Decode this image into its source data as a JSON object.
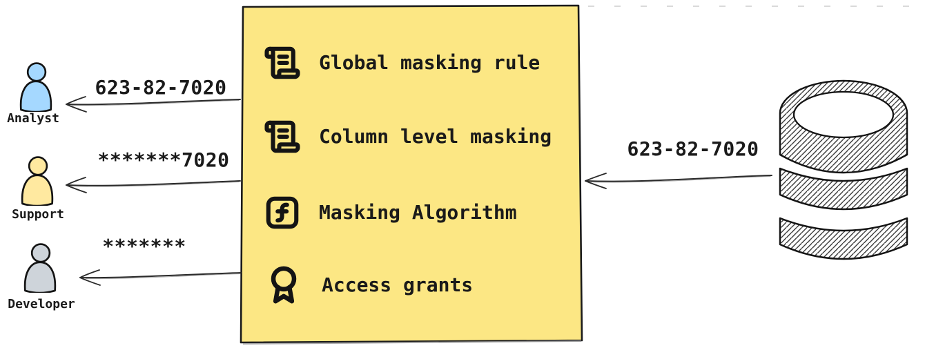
{
  "canvas": {
    "background": "#ffffff"
  },
  "masking_box": {
    "fill": "#fce784",
    "border_color": "#1b1b1b",
    "items": [
      {
        "icon": "scroll-text-icon",
        "label": "Global masking rule"
      },
      {
        "icon": "scroll-text-icon",
        "label": "Column level masking"
      },
      {
        "icon": "function-square-icon",
        "label": "Masking Algorithm"
      },
      {
        "icon": "award-icon",
        "label": "Access grants"
      }
    ]
  },
  "source_database": {
    "icon": "database-icon",
    "outgoing_value": "623-82-7020"
  },
  "consumers": [
    {
      "role": "Analyst",
      "received_value": "623-82-7020",
      "avatar_color": "#a5d8ff"
    },
    {
      "role": "Support",
      "received_value": "*******7020",
      "avatar_color": "#ffe9a0"
    },
    {
      "role": "Developer",
      "received_value": "*******",
      "avatar_color": "#ced4da"
    }
  ]
}
